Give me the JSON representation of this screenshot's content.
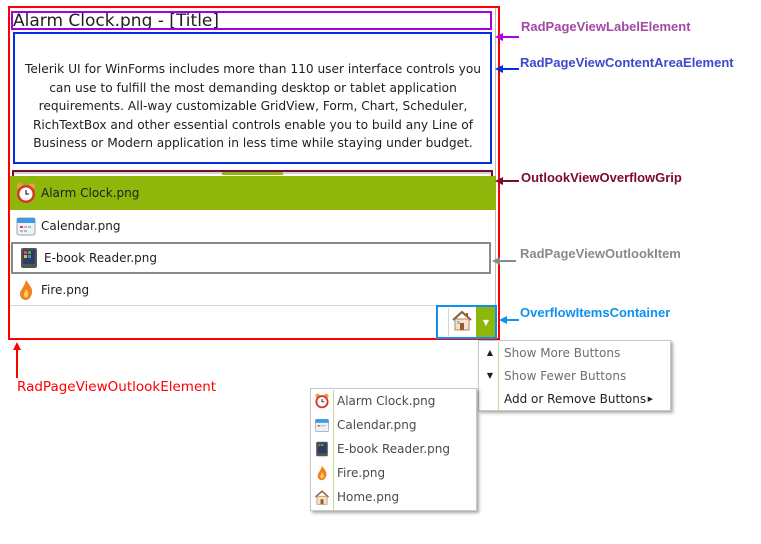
{
  "control": {
    "title": "Alarm Clock.png - [Title]",
    "content_text": "Telerik UI for WinForms includes more than 110 user interface controls you can use to fulfill the most demanding desktop or tablet application requirements. All-way customizable GridView, Form, Chart, Scheduler, RichTextBox and other essential controls enable you to build any Line of Business or Modern application in less time while staying under budget.",
    "items": [
      {
        "label": "Alarm Clock.png",
        "icon": "alarm-clock-icon",
        "selected": true
      },
      {
        "label": "Calendar.png",
        "icon": "calendar-icon"
      },
      {
        "label": "E-book Reader.png",
        "icon": "ebook-reader-icon",
        "highlighted": true
      },
      {
        "label": "Fire.png",
        "icon": "fire-icon"
      }
    ],
    "overflow_items": [
      {
        "label": "Home.png",
        "icon": "home-icon"
      }
    ],
    "overflow_dropdown_glyph": "▼",
    "accent_color": "#8fb60b"
  },
  "overflow_menu": {
    "items": [
      {
        "label": "Show More Buttons",
        "glyph": "▲",
        "enabled": false
      },
      {
        "label": "Show Fewer Buttons",
        "glyph": "▼",
        "enabled": false
      },
      {
        "label": "Add or Remove Buttons",
        "glyph": "",
        "submenu_glyph": "▶",
        "enabled": true
      }
    ]
  },
  "add_remove_submenu": {
    "items": [
      {
        "label": "Alarm Clock.png",
        "icon": "alarm-clock-icon"
      },
      {
        "label": "Calendar.png",
        "icon": "calendar-icon"
      },
      {
        "label": "E-book Reader.png",
        "icon": "ebook-reader-icon"
      },
      {
        "label": "Fire.png",
        "icon": "fire-icon"
      },
      {
        "label": "Home.png",
        "icon": "home-icon"
      }
    ]
  },
  "annotations": {
    "label_element": {
      "text": "RadPageViewLabelElement",
      "color": "#a349a4"
    },
    "content_area": {
      "text": "RadPageViewContentAreaElement",
      "color": "#3f48cc"
    },
    "overflow_grip": {
      "text": "OutlookViewOverflowGrip",
      "color": "#7a0a30"
    },
    "outlook_item": {
      "text": "RadPageViewOutlookItem",
      "color": "#8a8a8a"
    },
    "overflow_container": {
      "text": "OverflowItemsContainer",
      "color": "#0a90f0"
    },
    "outlook_element": {
      "text": "RadPageViewOutlookElement",
      "color": "#ff0000"
    }
  }
}
